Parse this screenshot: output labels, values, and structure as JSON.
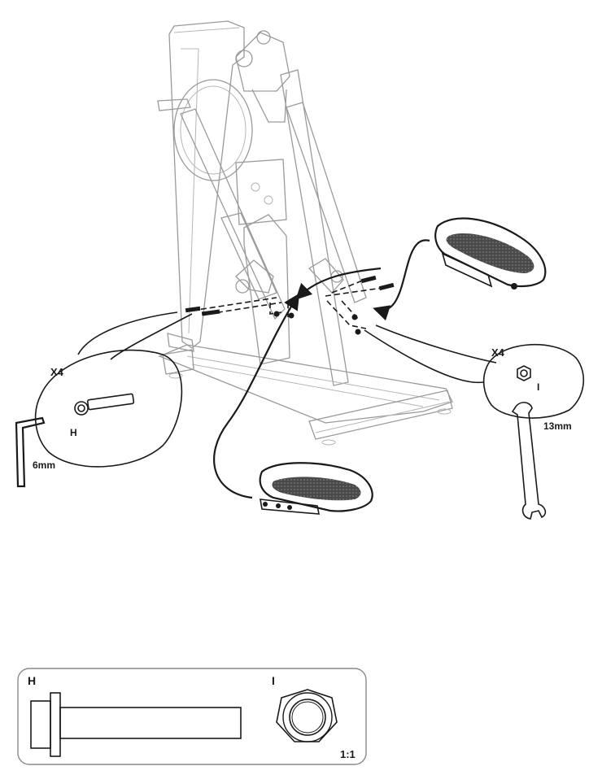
{
  "callout_left": {
    "quantity": "X4",
    "part_letter": "H",
    "tool_size": "6mm"
  },
  "callout_right": {
    "quantity": "X4",
    "part_letter": "I",
    "tool_size": "13mm"
  },
  "scale_box": {
    "label_h": "H",
    "label_i": "I",
    "scale": "1:1"
  },
  "colors": {
    "ink": "#1a1a1a",
    "frame_line": "#9a9a9a",
    "tread": "#3a3a3a"
  }
}
